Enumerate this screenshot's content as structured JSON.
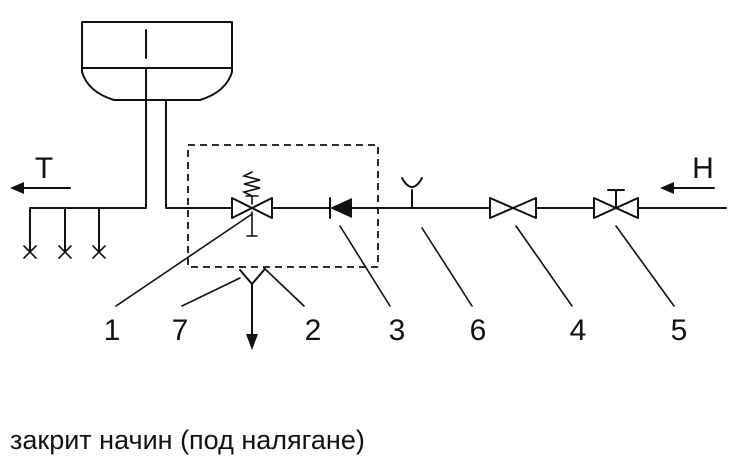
{
  "labels": {
    "outlet": "T",
    "inlet": "H",
    "n1": "1",
    "n7": "7",
    "n2": "2",
    "n3": "3",
    "n6": "6",
    "n4": "4",
    "n5": "5"
  },
  "caption": "закрит начин (под налягане)",
  "colors": {
    "ink": "#111111",
    "background": "#ffffff"
  }
}
